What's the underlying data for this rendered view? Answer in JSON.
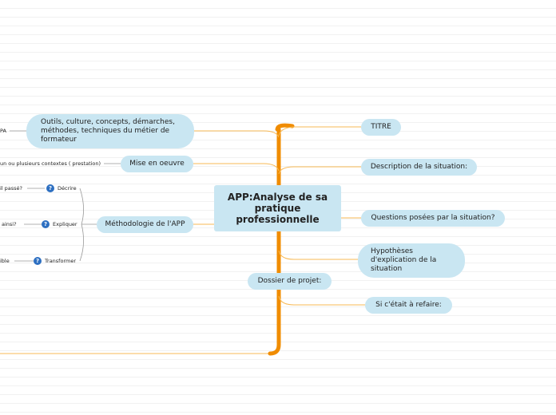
{
  "central_topic": "APP:Analyse de sa pratique professionnelle",
  "right_branches": [
    {
      "label": "TITRE"
    },
    {
      "label": "Description de la situation:"
    },
    {
      "label": "Questions posées par la situation?"
    },
    {
      "label": "Hypothèses d'explication de la situation"
    },
    {
      "label": "Si c'était à refaire:"
    }
  ],
  "bottom_branch": {
    "label": "Dossier de projet:"
  },
  "left_branches": [
    {
      "label": "Outils, culture, concepts, démarches, méthodes, techniques du métier de formateur",
      "child": "PA"
    },
    {
      "label": "Mise en oeuvre",
      "child": "un ou plusieurs contextes ( prestation)"
    },
    {
      "label": "Méthodologie de l'APP",
      "children": [
        {
          "label": "Décrire",
          "child": "il passé?"
        },
        {
          "label": "Expliquer",
          "child": "ainsi?"
        },
        {
          "label": "Transformer",
          "child": "ible"
        }
      ]
    }
  ],
  "icons": {
    "help": "help-circle-icon",
    "help_glyph": "?"
  },
  "colors": {
    "trunk": "#f08c00",
    "branch": "#f7b955",
    "node": "#c9e6f2",
    "connector": "#999999"
  }
}
